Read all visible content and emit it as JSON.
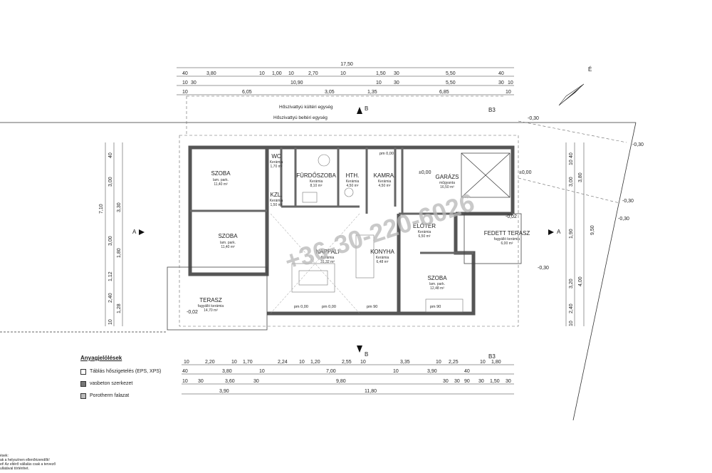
{
  "north_label": "É",
  "watermark": "+36-30-220-6026",
  "equipment": {
    "outdoor_unit": "Hőszivattyú kültéri egység",
    "indoor_unit": "Hőszivattyú beltéri egység"
  },
  "rooms": [
    {
      "name": "SZOBA",
      "floor": "lam. park.",
      "area": "11,40 m²"
    },
    {
      "name": "SZOBA",
      "floor": "lam. park.",
      "area": "11,40 m²"
    },
    {
      "name": "KZL.",
      "floor": "Kerámia",
      "area": "1,50 m²"
    },
    {
      "name": "WC",
      "floor": "Kerámia",
      "area": "1,70 m²"
    },
    {
      "name": "FÜRDŐSZOBA",
      "floor": "Kerámia",
      "area": "8,10 m²"
    },
    {
      "name": "HTH.",
      "floor": "Kerámia",
      "area": "4,50 m²"
    },
    {
      "name": "KAMRA.",
      "floor": "Kerámia",
      "area": "4,50 m²"
    },
    {
      "name": "GARÁZS",
      "floor": "műgyanta",
      "area": "16,50 m²"
    },
    {
      "name": "ELŐTÉR",
      "floor": "Kerámia",
      "area": "6,50 m²"
    },
    {
      "name": "FEDETT TERASZ",
      "floor": "fagyálló kerámia",
      "area": "6,00 m²"
    },
    {
      "name": "NAPPALI",
      "floor": "Kerámia",
      "area": "31,32 m²"
    },
    {
      "name": "KONYHA",
      "floor": "Kerámia",
      "area": "6,48 m²"
    },
    {
      "name": "SZOBA",
      "floor": "lam. park.",
      "area": "12,48 m²"
    },
    {
      "name": "TERASZ",
      "floor": "fagyálló kerámia",
      "area": "14,70 m²"
    }
  ],
  "levels": {
    "garage": "±0,00",
    "garage_door": "±0,00",
    "kamra": "±0,00",
    "terrace": "-0,02",
    "covered_terrace": "-0,02",
    "outside": [
      "-0,30",
      "-0,30",
      "-0,30",
      "-0,30",
      "-0,30"
    ],
    "floor_marks": [
      "pm 0,00",
      "pm 0,00",
      "pm 0,00",
      "pm 90",
      "pm 90"
    ]
  },
  "sections": {
    "a": "A",
    "b": "B",
    "b3": "B3"
  },
  "dimensions": {
    "top_total": "17,50",
    "top_row2": [
      "40",
      "3,80",
      "10",
      "1,00",
      "10",
      "2,70",
      "10",
      "1,50",
      "30",
      "5,50",
      "40"
    ],
    "top_row3": [
      "10",
      "30",
      "10,90",
      "10",
      "30",
      "5,50",
      "30",
      "10"
    ],
    "top_row4": [
      "10",
      "6,05",
      "3,05",
      "1,35",
      "6,85",
      "10"
    ],
    "bottom_row1": [
      "10",
      "2,20",
      "10",
      "1,70",
      "2,24",
      "10",
      "1,20",
      "2,55",
      "10",
      "3,35",
      "10",
      "2,25",
      "10",
      "1,80"
    ],
    "bottom_row2": [
      "40",
      "3,80",
      "10",
      "7,00",
      "10",
      "3,90",
      "40"
    ],
    "bottom_row3": [
      "10",
      "30",
      "3,60",
      "30",
      "9,80",
      "30",
      "30",
      "90",
      "30",
      "1,50",
      "30"
    ],
    "bottom_row4": [
      "3,90",
      "11,80"
    ],
    "left_outer": "7,10",
    "left_row": [
      "40",
      "3,00",
      "3,30",
      "3,00",
      "1,80",
      "1,12",
      "2,40",
      "1,28",
      "10"
    ],
    "right_row": [
      "40",
      "10",
      "3,00",
      "3,80",
      "1,90",
      "3,20",
      "4,00",
      "2,40",
      "10",
      "9,50"
    ]
  },
  "legend": {
    "title": "Anyagjelölések",
    "items": [
      "Táblás hőszigetelés (EPS, XPS)",
      "vasbeton szerkezet",
      "Porotherm falazat"
    ]
  },
  "notes": [
    "ések:",
    "ak a helyszínen ellenőrizendők!",
    "et! Az eltérő vállalás csak a tervező",
    "ullatával történhet."
  ]
}
